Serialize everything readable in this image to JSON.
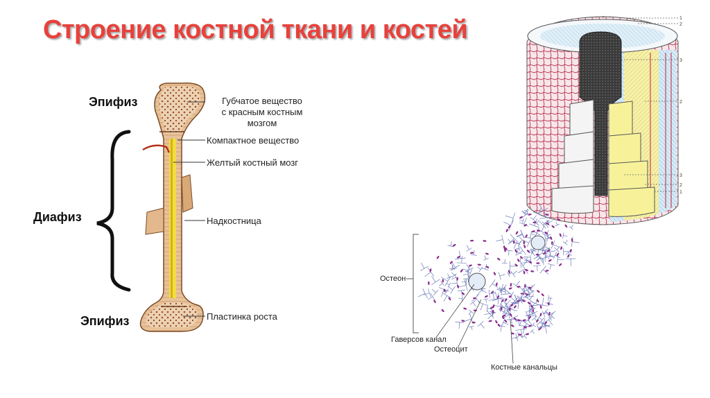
{
  "title": "Строение костной ткани и костей",
  "bone": {
    "epiphysis_top": "Эпифиз",
    "diaphysis": "Диафиз",
    "epiphysis_bottom": "Эпифиз",
    "callouts": {
      "spongy_line1": "Губчатое вещество",
      "spongy_line2": "с красным костным",
      "spongy_line3": "мозгом",
      "compact": "Компактное вещество",
      "yellow_marrow": "Желтый костный мозг",
      "periosteum": "Надкостница",
      "growth_plate": "Пластинка роста"
    }
  },
  "osteon": {
    "osteon": "Остеон",
    "haversian_canal": "Гаверсов канал",
    "osteocyte": "Остеоцит",
    "canaliculi": "Костные канальцы"
  },
  "cylinder": {
    "numbers": [
      "1",
      "2",
      "3",
      "2",
      "3",
      "2",
      "1"
    ]
  },
  "colors": {
    "title": "#e8413c",
    "bone": "#e8c9a6",
    "marrow": "#f2dd3c",
    "osteocyte": "#8a2a8e",
    "canaliculi": "#6a78b8"
  }
}
